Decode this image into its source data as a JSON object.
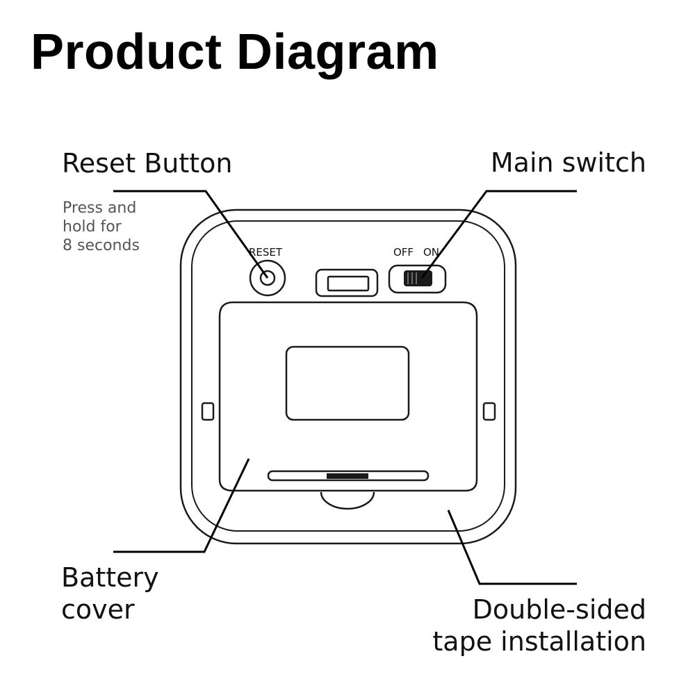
{
  "title": "Product Diagram",
  "callouts": {
    "reset_button": {
      "label": "Reset Button",
      "note_lines": [
        "Press and",
        "hold for",
        "8 seconds"
      ]
    },
    "main_switch": {
      "label": "Main switch"
    },
    "battery_cover": {
      "label_lines": [
        "Battery",
        "cover"
      ]
    },
    "tape": {
      "label_lines": [
        "Double-sided",
        "tape installation"
      ]
    }
  },
  "device": {
    "reset_text": "RESET",
    "switch_off": "OFF",
    "switch_on": "ON"
  }
}
